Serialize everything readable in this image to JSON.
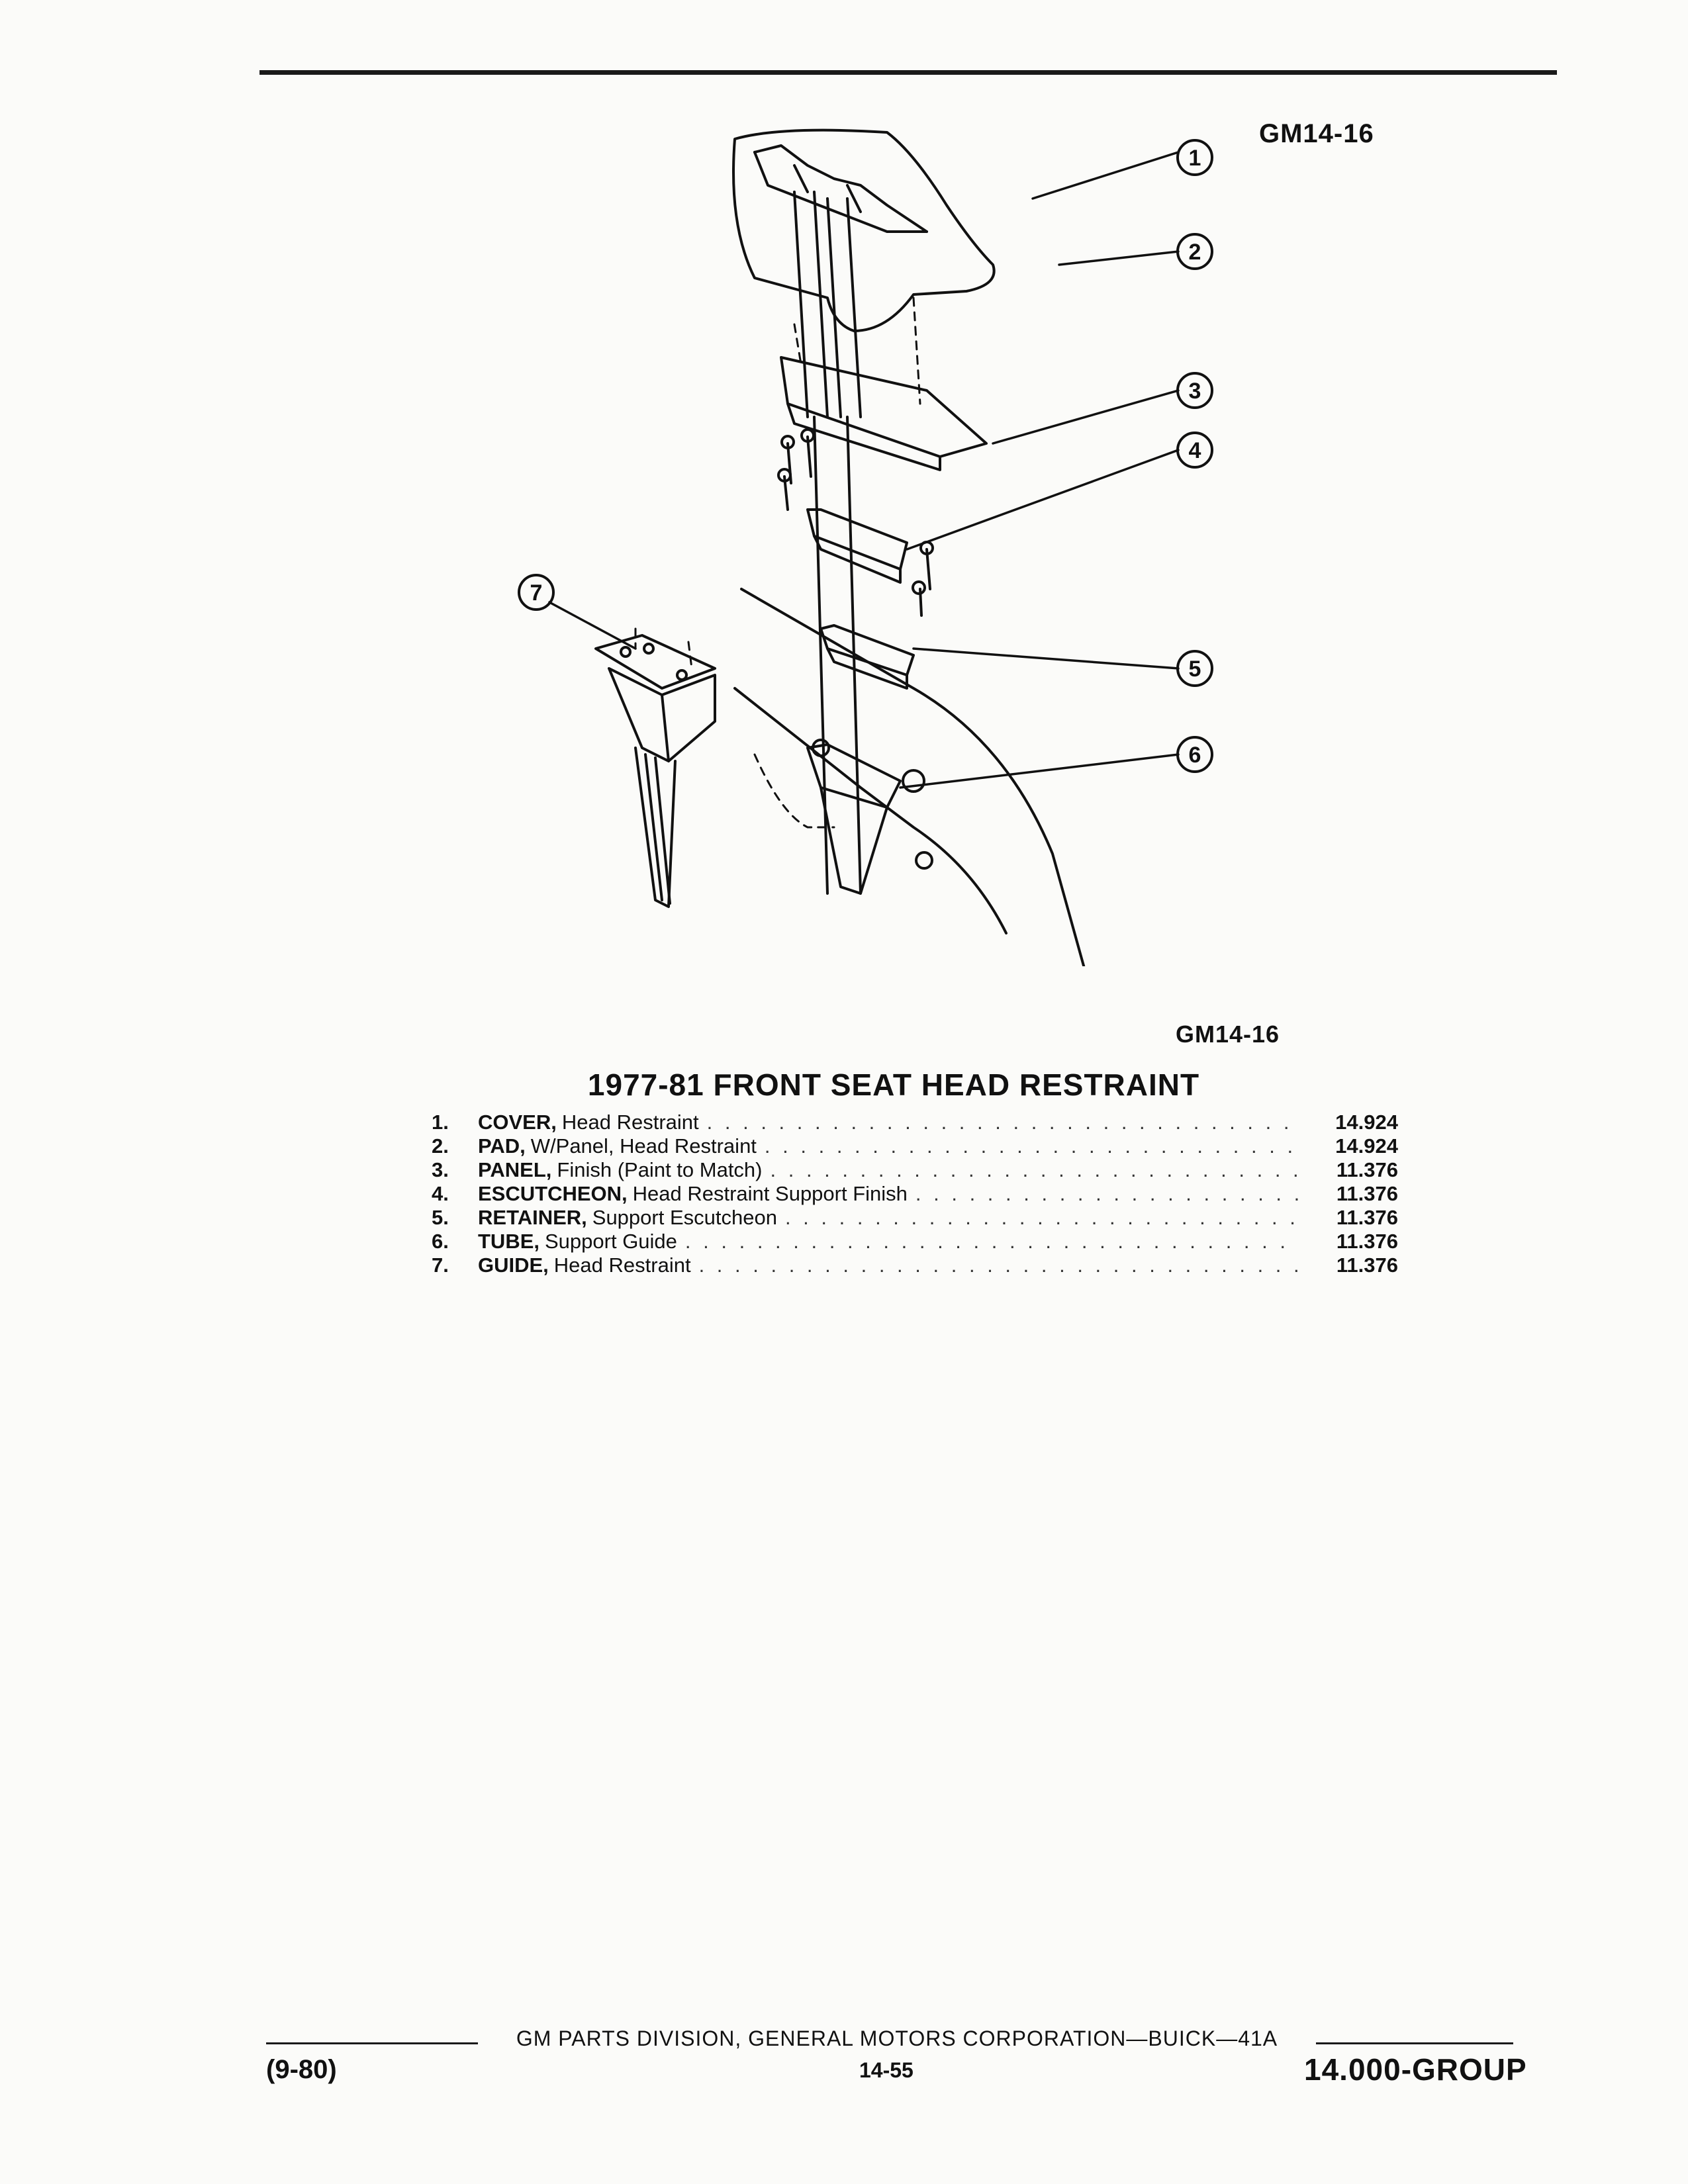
{
  "header": {
    "figure_code": "GM14-16"
  },
  "diagram": {
    "figure_code": "GM14-16",
    "callouts": [
      "1",
      "2",
      "3",
      "4",
      "5",
      "6",
      "7"
    ]
  },
  "section": {
    "title": "1977-81 FRONT SEAT HEAD RESTRAINT"
  },
  "parts": [
    {
      "num": "1.",
      "name": "COVER,",
      "desc": "Head Restraint",
      "code": "14.924"
    },
    {
      "num": "2.",
      "name": "PAD,",
      "desc": "W/Panel, Head Restraint",
      "code": "14.924"
    },
    {
      "num": "3.",
      "name": "PANEL,",
      "desc": "Finish (Paint to Match)",
      "code": "11.376"
    },
    {
      "num": "4.",
      "name": "ESCUTCHEON,",
      "desc": "Head Restraint Support Finish",
      "code": "11.376"
    },
    {
      "num": "5.",
      "name": "RETAINER,",
      "desc": "Support Escutcheon",
      "code": "11.376"
    },
    {
      "num": "6.",
      "name": "TUBE,",
      "desc": "Support Guide",
      "code": "11.376"
    },
    {
      "num": "7.",
      "name": "GUIDE,",
      "desc": "Head Restraint",
      "code": "11.376"
    }
  ],
  "footer": {
    "center": "GM PARTS DIVISION, GENERAL MOTORS CORPORATION—BUICK—41A",
    "date": "(9-80)",
    "page": "14-55",
    "group": "14.000-GROUP"
  }
}
